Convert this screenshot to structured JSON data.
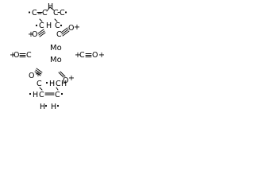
{
  "structure": {
    "metals": {
      "upper": "Mo",
      "lower": "Mo"
    },
    "atoms": {
      "C": "C",
      "H": "H",
      "O": "O",
      "charge": "+"
    }
  },
  "colors": {
    "ink": "#000000",
    "background": "#ffffff"
  }
}
